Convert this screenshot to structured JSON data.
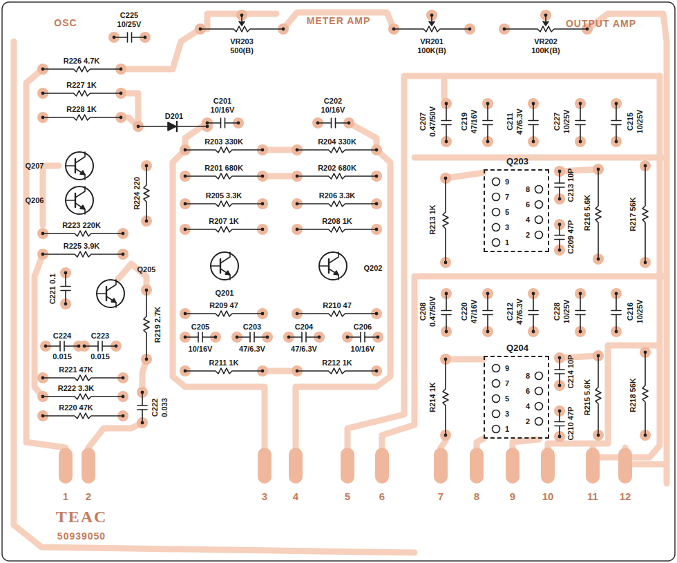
{
  "diagram": {
    "nodes": [
      {
        "text": [
          "Q203",
          "9",
          "7",
          "5",
          "3",
          "1",
          "8",
          "6",
          "4",
          "2"
        ]
      },
      {
        "text": [
          "Q204",
          "9",
          "7",
          "5",
          "3",
          "1",
          "8",
          "6",
          "4",
          "2"
        ]
      }
    ],
    "labels": [
      "OSC",
      "METER AMP",
      "OUTPUT AMP",
      "C225",
      "10/25V",
      "VR203",
      "500(B)",
      "VR201",
      "100K(B)",
      "VR202",
      "100K(B)",
      "R226 4.7K",
      "R227 1K",
      "R228 1K",
      "D201",
      "C201",
      "10/16V",
      "C202",
      "10/16V",
      "R203 330K",
      "R204 330K",
      "R201 680K",
      "R202 680K",
      "R205 3.3K",
      "R206 3.3K",
      "R207 1K",
      "R208 1K",
      "Q207",
      "Q206",
      "R224 220",
      "R223 220K",
      "R225 3.9K",
      "Q205",
      "C221 0.1",
      "R219 2.7K",
      "C224",
      "0.015",
      "C223",
      "0.015",
      "R221 47K",
      "R222 3.3K",
      "R220 47K",
      "C222",
      "0.033",
      "Q201",
      "Q202",
      "R209 47",
      "R210 47",
      "C205",
      "10/16V",
      "C203",
      "47/6.3V",
      "C204",
      "47/6.3V",
      "C206",
      "10/16V",
      "R211 1K",
      "R212 1K",
      "C207",
      "0.47/50V",
      "C219",
      "47/16V",
      "C211",
      "47/6.3V",
      "C227",
      "10/25V",
      "C215",
      "10/25V",
      "R213 1K",
      "C213 10P",
      "R216 5.6K",
      "R217 56K",
      "C209 47P",
      "C208",
      "0.47/50V",
      "C220",
      "47/16V",
      "C212",
      "47/6.3V",
      "C228",
      "10/25V",
      "C216",
      "10/25V",
      "R214 1K",
      "C214 10P",
      "R215 5.6K",
      "R218 56K",
      "C210 47P",
      "TEAC",
      "50939050",
      "1",
      "2",
      "3",
      "4",
      "5",
      "6",
      "7",
      "8",
      "9",
      "10",
      "11",
      "12"
    ]
  }
}
